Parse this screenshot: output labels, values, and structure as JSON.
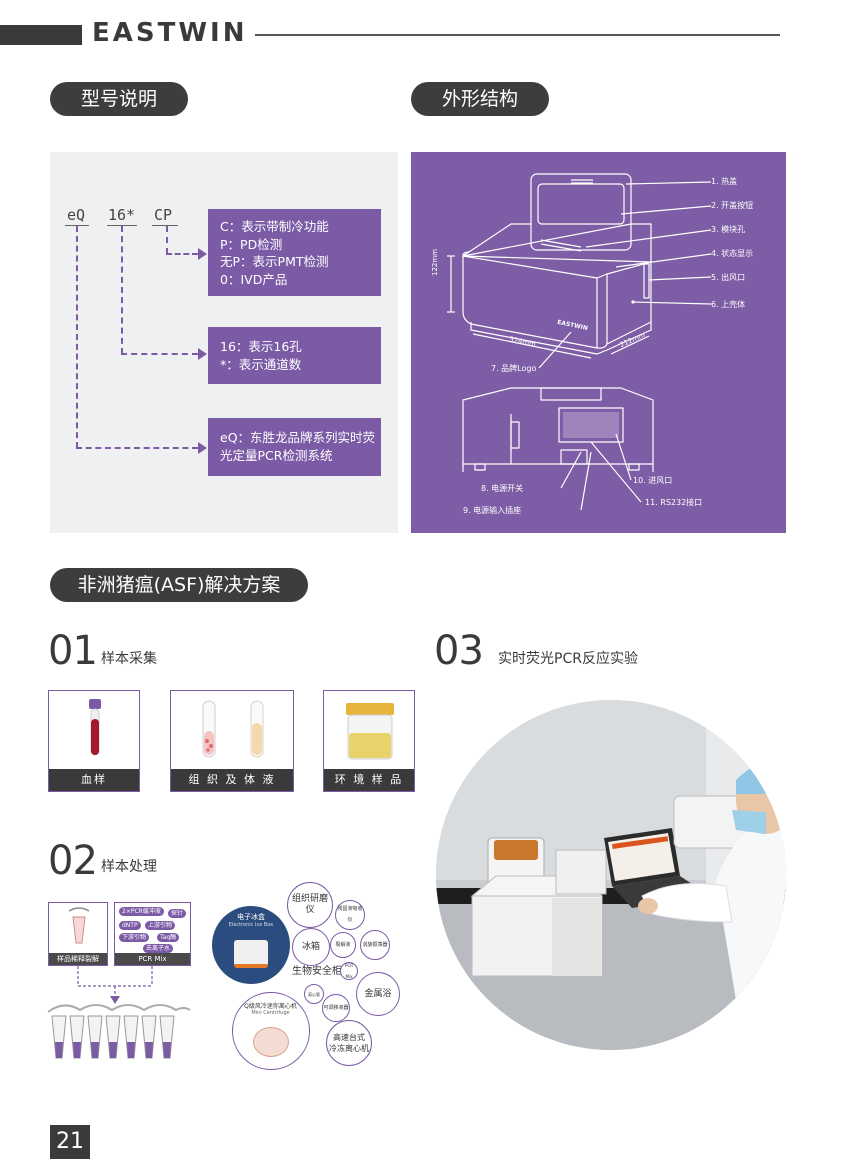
{
  "header": {
    "brand": "EASTWIN"
  },
  "section_titles": {
    "model": "型号说明",
    "structure": "外形结构",
    "asf": "非洲猪瘟(ASF)解决方案"
  },
  "model": {
    "codes": [
      "eQ",
      "16*",
      "CP"
    ],
    "box1": [
      "C：表示带制冷功能",
      "P：PD检测",
      "无P：表示PMT检测",
      "0：IVD产品"
    ],
    "box2": [
      "16：表示16孔",
      "*：表示通道数"
    ],
    "box3": [
      "eQ：东胜龙品牌系列实时荧",
      "光定量PCR检测系统"
    ]
  },
  "structure": {
    "labels": [
      "1. 热盖",
      "2. 开盖按钮",
      "3. 模块孔",
      "4. 状态显示",
      "5. 出风口",
      "6. 上壳体",
      "7. 品牌Logo",
      "8. 电源开关",
      "9. 电源输入插座",
      "10. 进风口",
      "11. RS232接口"
    ],
    "dim_height": "122mm",
    "dim_width": "324mm",
    "dim_depth": "212mm",
    "device_logo": "EASTWIN"
  },
  "steps": {
    "s1": {
      "num": "01",
      "title": "样本采集",
      "cards": [
        "血样",
        "组 织 及 体 液",
        "环 境 样 品"
      ]
    },
    "s2": {
      "num": "02",
      "title": "样本处理",
      "mini_cards": [
        "样品稀释裂解",
        "PCR Mix"
      ],
      "mix_tags": [
        "2×PCR缓冲液",
        "探针",
        "dNTP",
        "上游引物",
        "下游引物",
        "Taq酶",
        "去离子水"
      ],
      "device_title": "电子冰盒",
      "device_sub": "Electronic Ice Box",
      "centrifuge_title": "Q级风冷迷你离心机",
      "centrifuge_sub": "Mini Centrifuge",
      "bubbles": [
        "组织研磨仪",
        "冰箱",
        "生物安全柜",
        "金属浴",
        "高速台式\n冷冻离心机"
      ],
      "small_bubbles": [
        "残留液吸收仪",
        "裂解液",
        "涡旋振荡器",
        "PCR Mix",
        "离心管",
        "可调移液器"
      ]
    },
    "s3": {
      "num": "03",
      "title": "实时荧光PCR反应实验"
    }
  },
  "page_number": "21",
  "colors": {
    "purple": "#7b5aa6",
    "dark": "#3a3a3a",
    "panel": "#eef0f2"
  }
}
